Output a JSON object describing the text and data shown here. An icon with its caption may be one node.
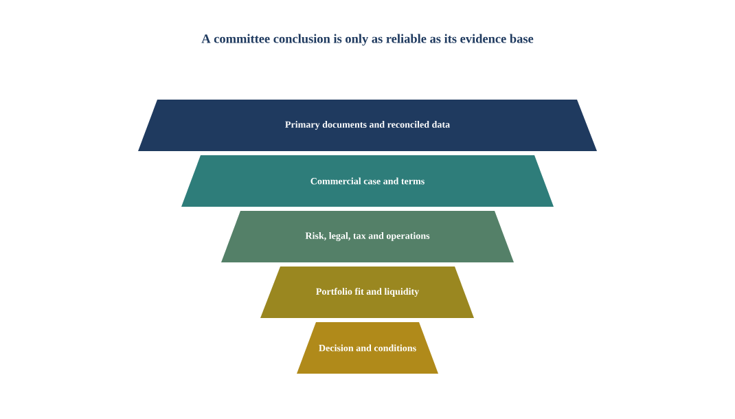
{
  "diagram": {
    "title": "A committee conclusion is only as reliable as its evidence base",
    "nodes": [
      {
        "text": [
          "Primary documents and reconciled data"
        ]
      },
      {
        "text": [
          "Commercial case and terms"
        ]
      },
      {
        "text": [
          "Risk, legal, tax and operations"
        ]
      },
      {
        "text": [
          "Portfolio fit and liquidity"
        ]
      },
      {
        "text": [
          "Decision and conditions"
        ]
      }
    ]
  }
}
